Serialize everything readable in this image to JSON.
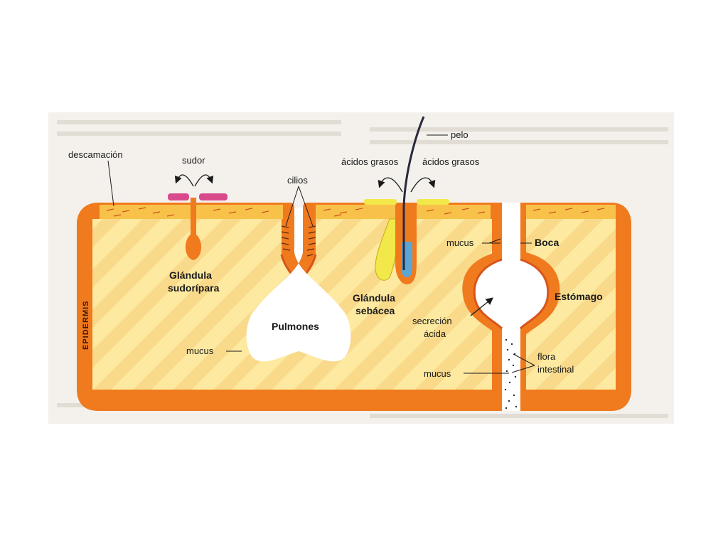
{
  "labels": {
    "descamacion": "descamación",
    "sudor": "sudor",
    "cilios": "cilios",
    "acidos_grasos_left": "ácidos grasos",
    "acidos_grasos_right": "ácidos grasos",
    "pelo": "pelo",
    "epidermis": "EPIDERMIS",
    "glandula_sudoripara_1": "Glándula",
    "glandula_sudoripara_2": "sudorípara",
    "pulmones": "Pulmones",
    "mucus_lungs": "mucus",
    "glandula_sebacea_1": "Glándula",
    "glandula_sebacea_2": "sebácea",
    "mucus_mouth": "mucus",
    "boca": "Boca",
    "estomago": "Estómago",
    "secrecion_1": "secreción",
    "secrecion_2": "ácida",
    "mucus_intestine": "mucus",
    "flora_1": "flora",
    "flora_2": "intestinal"
  },
  "colors": {
    "tissue_outline": "#f07a1e",
    "tissue_edge": "#d8541a",
    "tissue_fill": "#fde9a0",
    "tissue_stripe": "#f9d27a",
    "skin_layer": "#f8c24a",
    "sweat_pore": "#d94a8c",
    "sebaceous_gland": "#f2e84a",
    "hair_bulb": "#5aa7d6",
    "background_page": "#f4f1ec"
  }
}
